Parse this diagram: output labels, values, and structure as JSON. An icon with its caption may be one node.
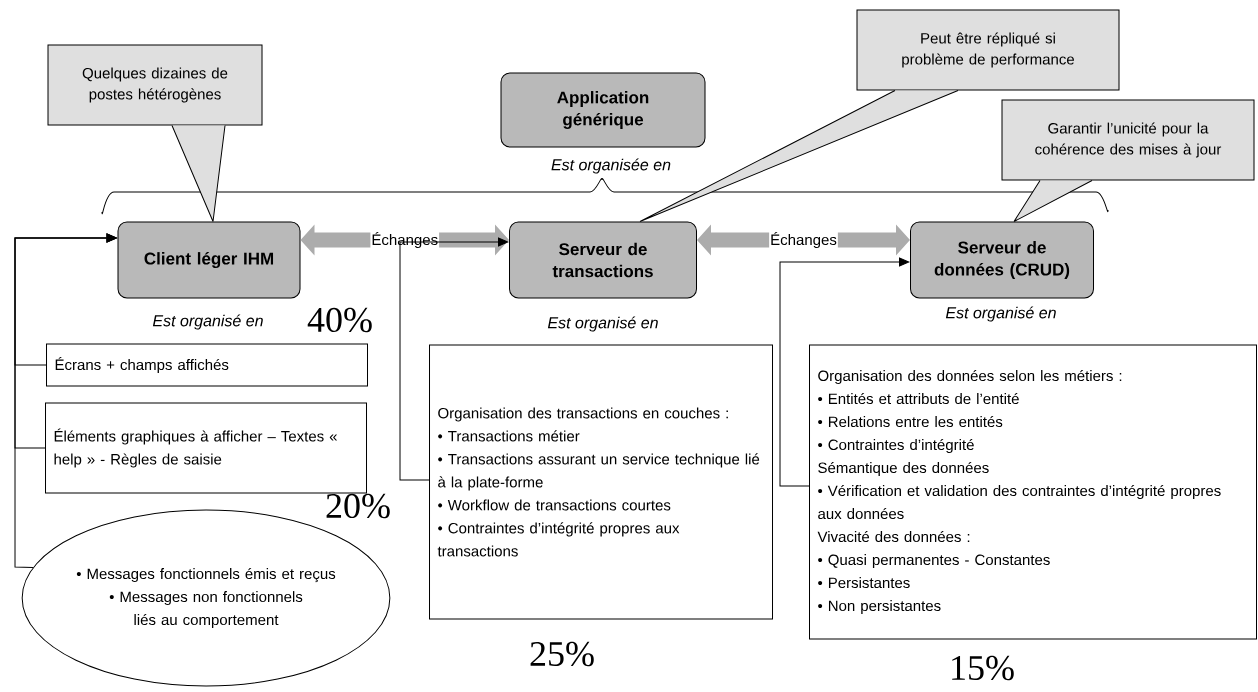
{
  "diagram": {
    "nodes": [
      {
        "text": [
          "Application générique"
        ],
        "beside": [
          "Est organisée en"
        ]
      },
      {
        "text": [
          "Quelques dizaines de postes hétérogènes"
        ]
      },
      {
        "text": [
          "Peut être répliqué si problème de performance"
        ]
      },
      {
        "text": [
          "Garantir l’unicité pour la cohérence des mises à jour"
        ]
      },
      {
        "text": [
          "Client léger IHM"
        ],
        "beside": [
          "Est organisé en"
        ]
      },
      {
        "text": [
          "Serveur de transactions"
        ],
        "beside": [
          "Est organisé en"
        ]
      },
      {
        "text": [
          "Serveur de données (CRUD)"
        ],
        "beside": [
          "Est organisé en"
        ]
      },
      {
        "text": [
          "Écrans + champs affichés"
        ]
      },
      {
        "text": [
          "Éléments graphiques à afficher – Textes « help » - Règles de saisie"
        ]
      },
      {
        "text": [
          "• Messages fonctionnels émis et reçus",
          "• Messages non fonctionnels liés au comportement"
        ]
      },
      {
        "text": [
          "Organisation des transactions en couches :",
          "• Transactions métier",
          "• Transactions assurant un service technique lié à la plate-forme",
          "• Workflow de transactions courtes",
          "• Contraintes d’intégrité propres aux transactions"
        ]
      },
      {
        "text": [
          "Organisation des données selon les métiers :",
          "• Entités et attributs de l’entité",
          "• Relations entre les entités",
          "• Contraintes d’intégrité",
          "Sémantique des données",
          "• Vérification et validation des contraintes d’intégrité propres aux données",
          "Vivacité des données :",
          "• Quasi permanentes - Constantes",
          "• Persistantes",
          "• Non persistantes"
        ]
      }
    ],
    "edges": [
      {
        "from": 1,
        "to": 4,
        "arrow": "none"
      },
      {
        "from": 2,
        "to": 5,
        "arrow": "none"
      },
      {
        "from": 3,
        "to": 6,
        "arrow": "none"
      },
      {
        "from": 4,
        "to": 5,
        "arrow": "both",
        "label": "Échanges",
        "style": "thick",
        "color": "#acacac"
      },
      {
        "from": 5,
        "to": 6,
        "arrow": "both",
        "label": "Échanges",
        "style": "thick",
        "color": "#acacac"
      },
      {
        "from": 7,
        "to": 4,
        "arrow": "to"
      },
      {
        "from": 8,
        "to": 4,
        "arrow": "to"
      },
      {
        "from": 9,
        "to": 4,
        "arrow": "to"
      },
      {
        "from": 10,
        "to": 5,
        "arrow": "to"
      },
      {
        "from": 11,
        "to": 6,
        "arrow": "to"
      }
    ],
    "labels": [
      "40%",
      "20%",
      "25%",
      "15%"
    ]
  }
}
